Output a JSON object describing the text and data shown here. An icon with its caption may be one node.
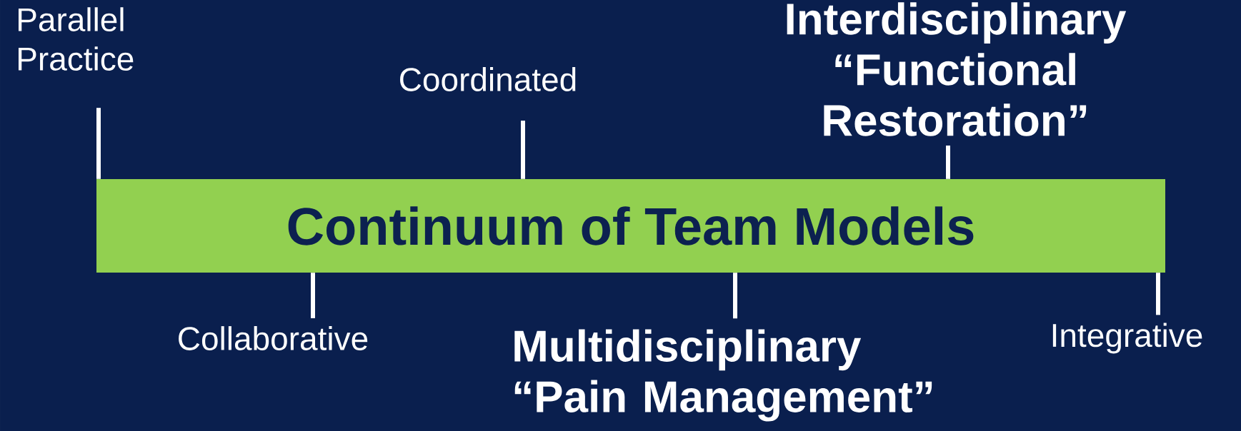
{
  "diagram": {
    "nodes": [
      {
        "text": [
          "Continuum of Team Models"
        ]
      },
      {
        "text": [
          "Parallel Practice"
        ]
      },
      {
        "text": [
          "Coordinated"
        ]
      },
      {
        "text": [
          "Interdisciplinary “Functional Restoration”"
        ]
      },
      {
        "text": [
          "Collaborative"
        ]
      },
      {
        "text": [
          "Multidisciplinary “Pain Management”"
        ]
      },
      {
        "text": [
          "Integrative"
        ]
      }
    ],
    "edges": [
      {
        "from": 1,
        "to": 0,
        "arrow": "none"
      },
      {
        "from": 2,
        "to": 0,
        "arrow": "none"
      },
      {
        "from": 3,
        "to": 0,
        "arrow": "none"
      },
      {
        "from": 4,
        "to": 0,
        "arrow": "none"
      },
      {
        "from": 5,
        "to": 0,
        "arrow": "none"
      },
      {
        "from": 6,
        "to": 0,
        "arrow": "none"
      }
    ]
  }
}
